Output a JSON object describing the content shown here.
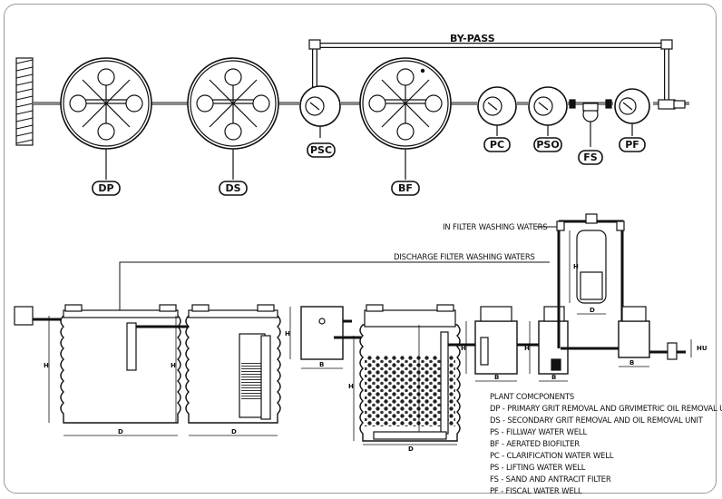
{
  "labels": {
    "bypass": "BY-PASS",
    "dp": "DP",
    "ds": "DS",
    "psc": "PSC",
    "bf": "BF",
    "pc": "PC",
    "pso": "PSO",
    "fs": "FS",
    "pf": "PF",
    "in_filter": "IN FILTER WASHING WATERS",
    "discharge": "DISCHARGE FILTER WASHING WATERS"
  },
  "dims": {
    "h": "H",
    "d": "D",
    "b": "B",
    "hu": "HU"
  },
  "legend": {
    "title": "PLANT COMCPONENTS",
    "items": [
      "DP - PRIMARY GRIT REMOVAL AND GRVIMETRIC OIL REMOVAL UNIT",
      "DS - SECONDARY GRIT REMOVAL AND OIL REMOVAL UNIT",
      "PS - FILLWAY WATER WELL",
      "BF - AERATED BIOFILTER",
      "PC - CLARIFICATION WATER WELL",
      "PS - LIFTING WATER WELL",
      "FS - SAND AND ANTRACIT FILTER",
      "PF - FISCAL WATER WELL"
    ]
  }
}
